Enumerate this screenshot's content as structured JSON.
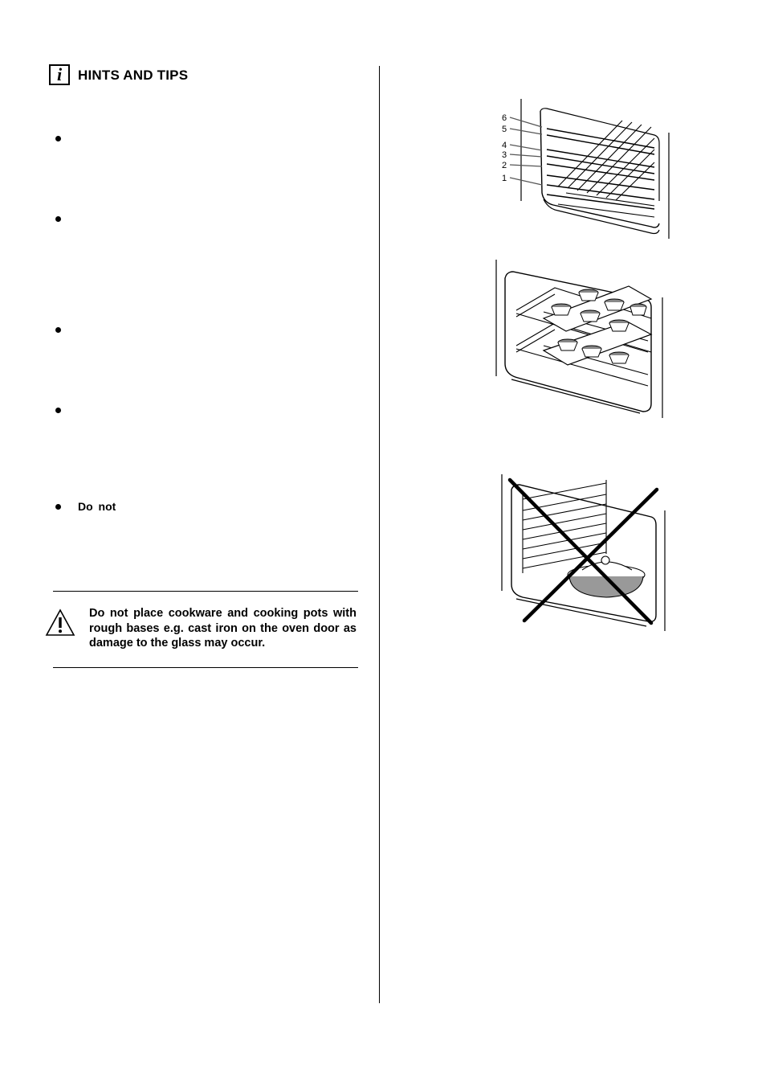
{
  "header": {
    "info_icon_glyph": "i",
    "title": "HINTS AND TIPS"
  },
  "bullets": [
    {
      "text": ""
    },
    {
      "text": ""
    },
    {
      "text": ""
    },
    {
      "text": ""
    },
    {
      "text": "Do not"
    }
  ],
  "warning": {
    "icon": "warning-triangle-icon",
    "text": "Do not place cookware and cooking pots with rough bases e.g. cast iron on the oven door as damage to the glass may occur."
  },
  "figures": {
    "shelf_positions": {
      "labels": [
        "6",
        "5",
        "4",
        "3",
        "2",
        "1"
      ]
    },
    "cupcake_trays": {},
    "prohibited_pot": {
      "mark": "cross"
    }
  }
}
